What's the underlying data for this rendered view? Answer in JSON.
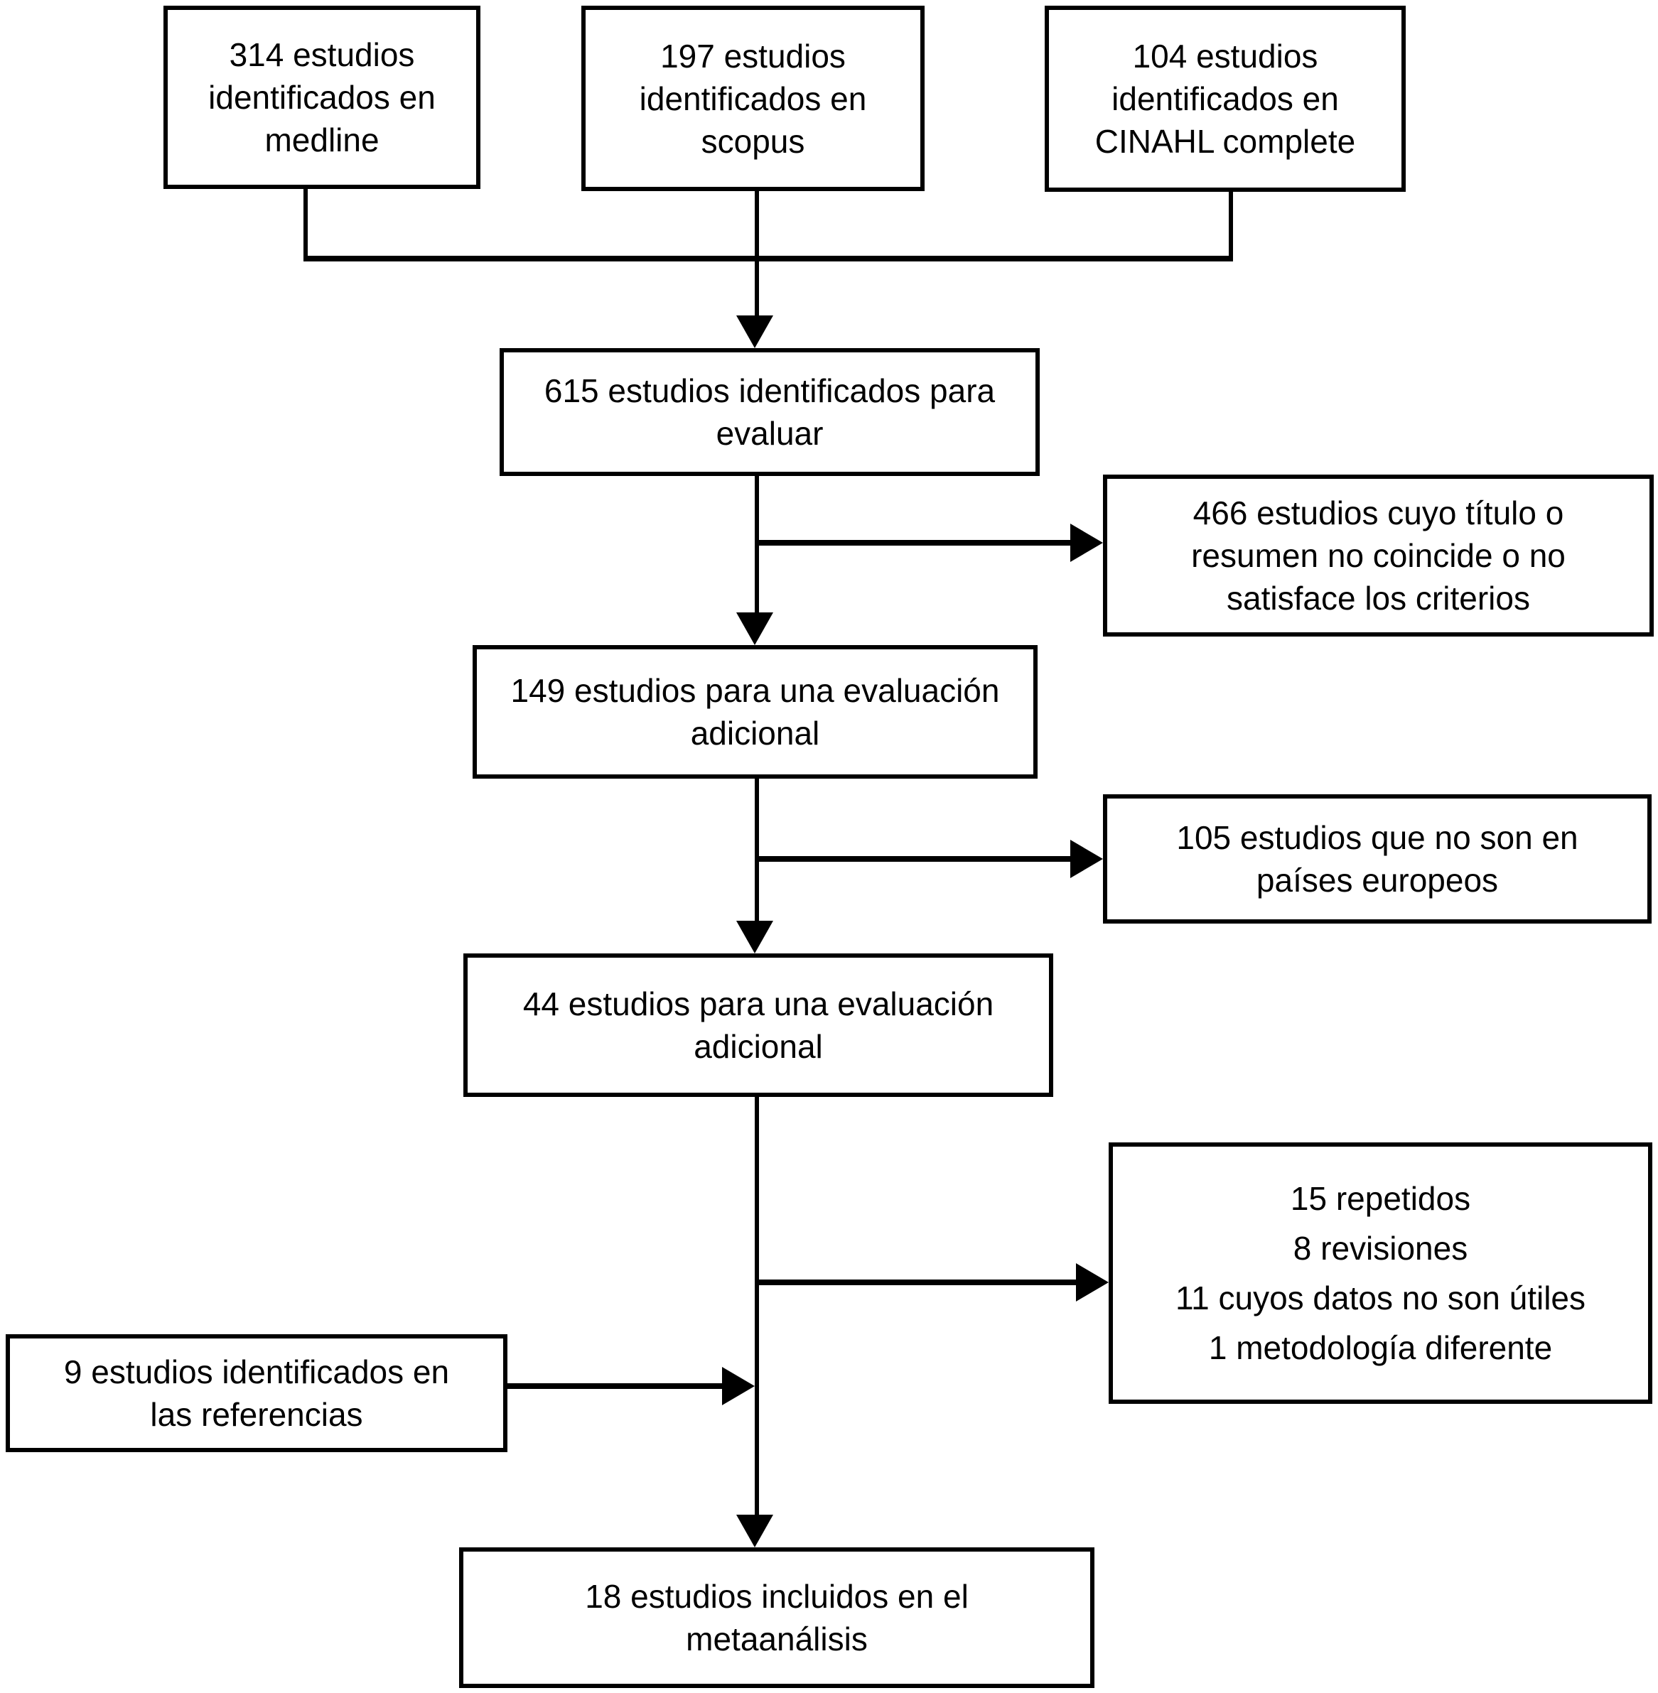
{
  "diagram": {
    "type": "flowchart",
    "language": "es",
    "colors": {
      "background": "#ffffff",
      "box_fill": "#ffffff",
      "box_border": "#000000",
      "text": "#000000",
      "line": "#000000"
    },
    "boxes": {
      "medline": {
        "label": "314 estudios identificados en medline",
        "lines": [
          "314 estudios",
          "identificados en",
          "medline"
        ]
      },
      "scopus": {
        "label": "197 estudios identificados en scopus",
        "lines": [
          "197 estudios",
          "identificados en",
          "scopus"
        ]
      },
      "cinahl": {
        "label": "104 estudios identificados en CINAHL complete",
        "lines": [
          "104 estudios",
          "identificados en",
          "CINAHL complete"
        ]
      },
      "identified": {
        "label": "615 estudios identificados para evaluar",
        "lines": [
          "615 estudios identificados para",
          "evaluar"
        ]
      },
      "excluded_title": {
        "label": "466 estudios cuyo título o resumen no coincide o no satisface los criterios",
        "lines": [
          "466 estudios cuyo título o",
          "resumen no coincide o no",
          "satisface los criterios"
        ]
      },
      "further1": {
        "label": "149 estudios para una evaluación adicional",
        "lines": [
          "149 estudios para una evaluación",
          "adicional"
        ]
      },
      "excluded_region": {
        "label": "105 estudios que no son en países europeos",
        "lines": [
          "105 estudios que no son en",
          "países europeos"
        ]
      },
      "further2": {
        "label": "44 estudios para una evaluación adicional",
        "lines": [
          "44 estudios para una evaluación",
          "adicional"
        ]
      },
      "excluded_other": {
        "label": "15 repetidos; 8 revisiones; 11 cuyos datos no son útiles; 1 metodología diferente",
        "lines": [
          "15 repetidos",
          "8 revisiones",
          "11 cuyos datos no son útiles",
          "1 metodología diferente"
        ]
      },
      "references": {
        "label": "9 estudios identificados en las referencias",
        "lines": [
          "9 estudios identificados en",
          "las referencias"
        ]
      },
      "included": {
        "label": "18 estudios incluidos en el metaanálisis",
        "lines": [
          "18 estudios incluidos en el",
          "metaanálisis"
        ]
      }
    }
  }
}
